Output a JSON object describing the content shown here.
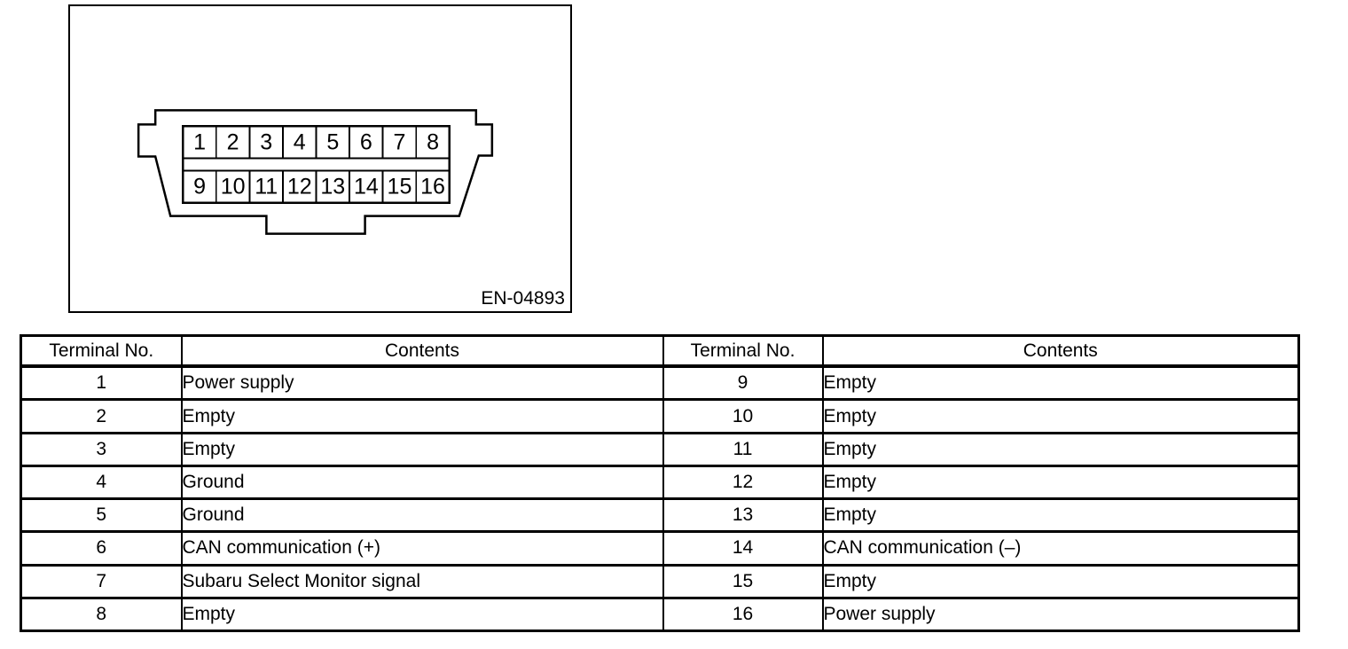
{
  "colors": {
    "ink": "#000000",
    "paper": "#ffffff"
  },
  "diagram": {
    "figure_id": "EN-04893",
    "pins": [
      "1",
      "2",
      "3",
      "4",
      "5",
      "6",
      "7",
      "8",
      "9",
      "10",
      "11",
      "12",
      "13",
      "14",
      "15",
      "16"
    ]
  },
  "pin_table": {
    "left": {
      "headers": {
        "terminal": "Terminal No.",
        "contents": "Contents"
      },
      "rows": [
        {
          "terminal": "1",
          "contents": "Power supply"
        },
        {
          "terminal": "2",
          "contents": "Empty"
        },
        {
          "terminal": "3",
          "contents": "Empty"
        },
        {
          "terminal": "4",
          "contents": "Ground"
        },
        {
          "terminal": "5",
          "contents": "Ground"
        },
        {
          "terminal": "6",
          "contents": "CAN communication (+)"
        },
        {
          "terminal": "7",
          "contents": "Subaru Select Monitor signal"
        },
        {
          "terminal": "8",
          "contents": "Empty"
        }
      ]
    },
    "right": {
      "headers": {
        "terminal": "Terminal No.",
        "contents": "Contents"
      },
      "rows": [
        {
          "terminal": "9",
          "contents": "Empty"
        },
        {
          "terminal": "10",
          "contents": "Empty"
        },
        {
          "terminal": "11",
          "contents": "Empty"
        },
        {
          "terminal": "12",
          "contents": "Empty"
        },
        {
          "terminal": "13",
          "contents": "Empty"
        },
        {
          "terminal": "14",
          "contents": "CAN communication (–)"
        },
        {
          "terminal": "15",
          "contents": "Empty"
        },
        {
          "terminal": "16",
          "contents": "Power supply"
        }
      ]
    }
  }
}
